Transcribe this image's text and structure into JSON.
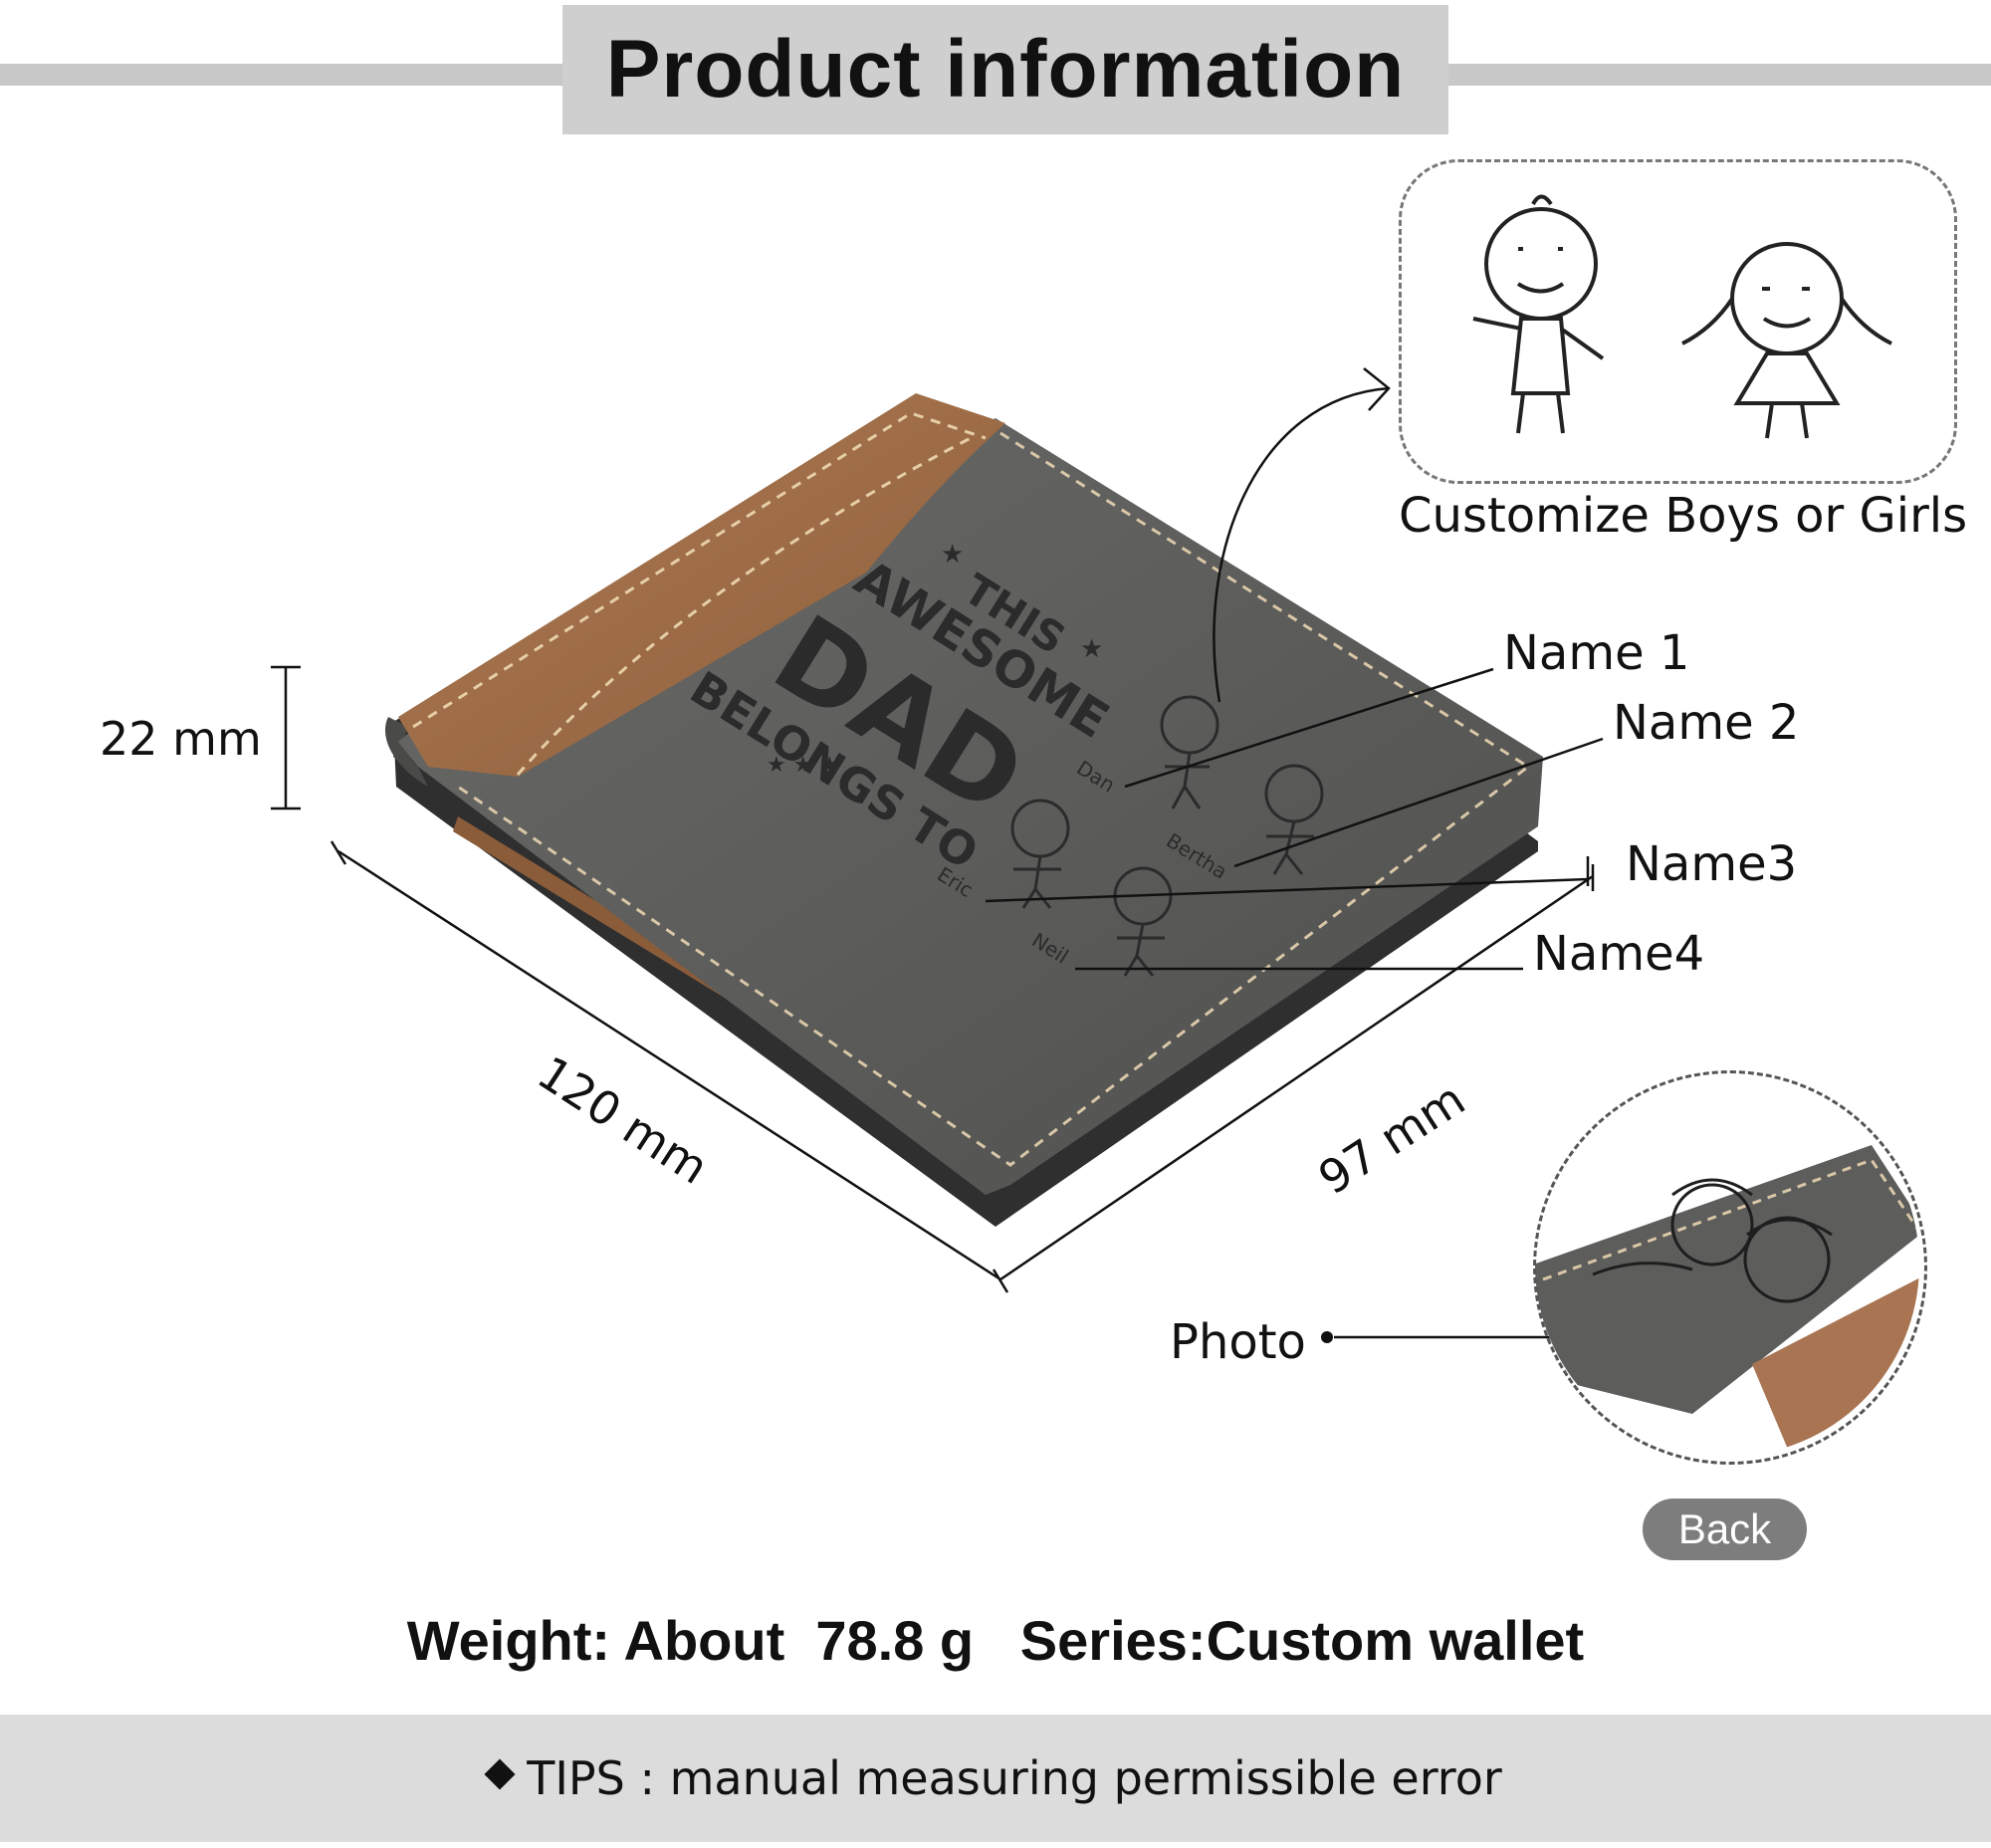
{
  "header": {
    "title": "Product information"
  },
  "dimensions": {
    "height": "22 mm",
    "length": "120 mm",
    "width": "97 mm"
  },
  "engraving": {
    "line1": "THIS",
    "line2": "AWESOME",
    "line3": "DAD",
    "line4": "BELONGS TO",
    "kids": [
      "Dan",
      "Bertha",
      "Eric",
      "Neil"
    ]
  },
  "callouts": {
    "name1": "Name 1",
    "name2": "Name 2",
    "name3": "Name3",
    "name4": "Name4",
    "photo": "Photo"
  },
  "customize": {
    "caption": "Customize Boys or Girls"
  },
  "back_view": {
    "label": "Back"
  },
  "specs": {
    "weight_label": "Weight:",
    "weight_value": "About  78.8 g",
    "series_label": "Series:",
    "series_value": "Custom wallet"
  },
  "tips": {
    "text": "TIPS : manual measuring permissible error"
  },
  "colors": {
    "leather_gray": "#5e5e5c",
    "leather_tan": "#9a6a45",
    "band_gray": "#cfcfcf",
    "button_gray": "#7d7d7d"
  }
}
